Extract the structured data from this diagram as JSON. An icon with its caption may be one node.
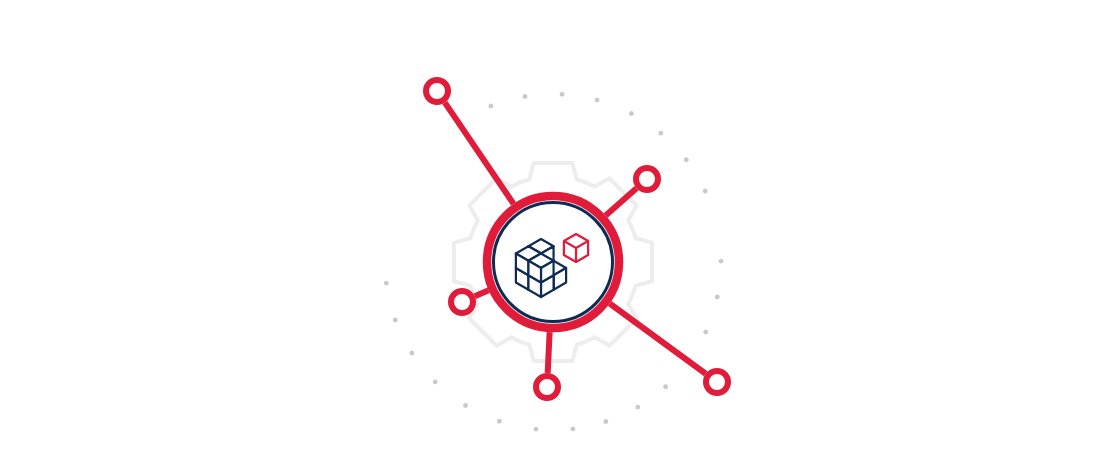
{
  "diagram": {
    "nodes": [
      {
        "text": [],
        "shape": "circle"
      },
      {
        "text": [],
        "shape": "circle"
      },
      {
        "text": [],
        "shape": "circle"
      },
      {
        "text": [],
        "shape": "circle"
      },
      {
        "text": [],
        "shape": "circle"
      },
      {
        "text": [],
        "shape": "circle"
      }
    ],
    "edges": [
      {
        "from": 0,
        "to": 1,
        "arrow": "none"
      },
      {
        "from": 0,
        "to": 2,
        "arrow": "none"
      },
      {
        "from": 0,
        "to": 3,
        "arrow": "none"
      },
      {
        "from": 0,
        "to": 4,
        "arrow": "none"
      },
      {
        "from": 0,
        "to": 5,
        "arrow": "none"
      }
    ]
  }
}
